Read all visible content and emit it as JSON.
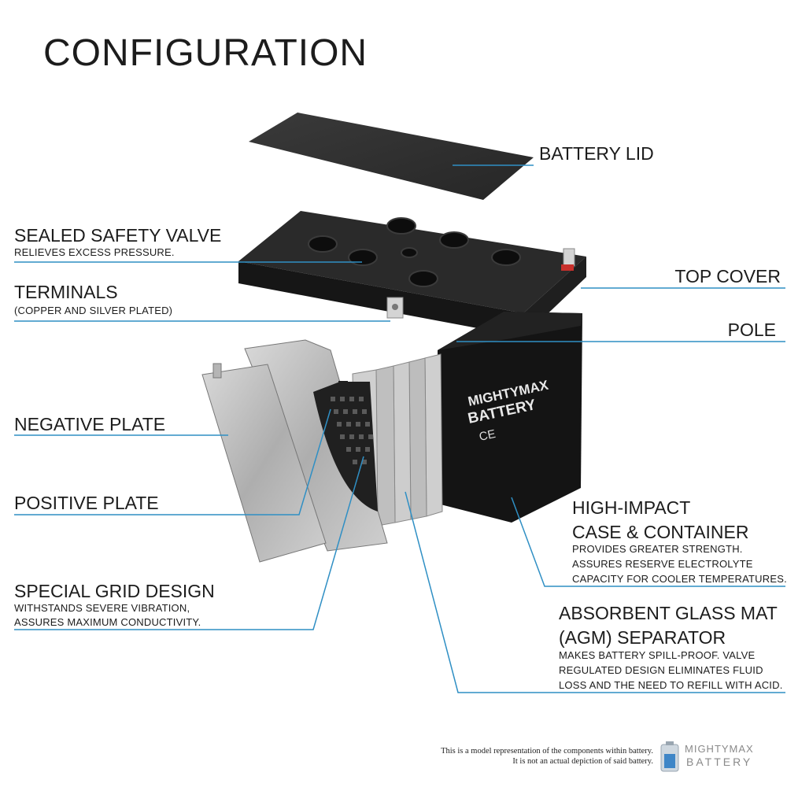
{
  "title": "CONFIGURATION",
  "labels": {
    "battery_lid": "BATTERY LID",
    "sealed_valve": "SEALED SAFETY VALVE",
    "sealed_valve_sub": "RELIEVES EXCESS PRESSURE.",
    "top_cover": "TOP COVER",
    "terminals": "TERMINALS",
    "terminals_sub": "(COPPER AND SILVER PLATED)",
    "pole": "POLE",
    "negative_plate": "NEGATIVE PLATE",
    "positive_plate": "POSITIVE PLATE",
    "grid_design": "SPECIAL GRID DESIGN",
    "grid_design_sub1": "WITHSTANDS SEVERE VIBRATION,",
    "grid_design_sub2": "ASSURES MAXIMUM CONDUCTIVITY.",
    "case_line1": "HIGH-IMPACT",
    "case_line2": "CASE & CONTAINER",
    "case_sub1": "PROVIDES GREATER STRENGTH.",
    "case_sub2": "ASSURES RESERVE ELECTROLYTE",
    "case_sub3": "CAPACITY FOR COOLER TEMPERATURES.",
    "agm_line1": "ABSORBENT GLASS MAT",
    "agm_line2": "(AGM) SEPARATOR",
    "agm_sub1": "MAKES BATTERY SPILL-PROOF. VALVE",
    "agm_sub2": "REGULATED DESIGN ELIMINATES FLUID",
    "agm_sub3": "LOSS AND THE NEED TO REFILL WITH ACID."
  },
  "footer": {
    "line1": "This is a model representation of the components within battery.",
    "line2": "It is not an actual depiction of said battery."
  },
  "logo": {
    "line1": "MIGHTYMAX",
    "line2": "BATTERY"
  },
  "colors": {
    "leader_line": "#2f8fc4",
    "battery_black": "#1b1b1b",
    "plate_silver": "#b9b9b9"
  }
}
